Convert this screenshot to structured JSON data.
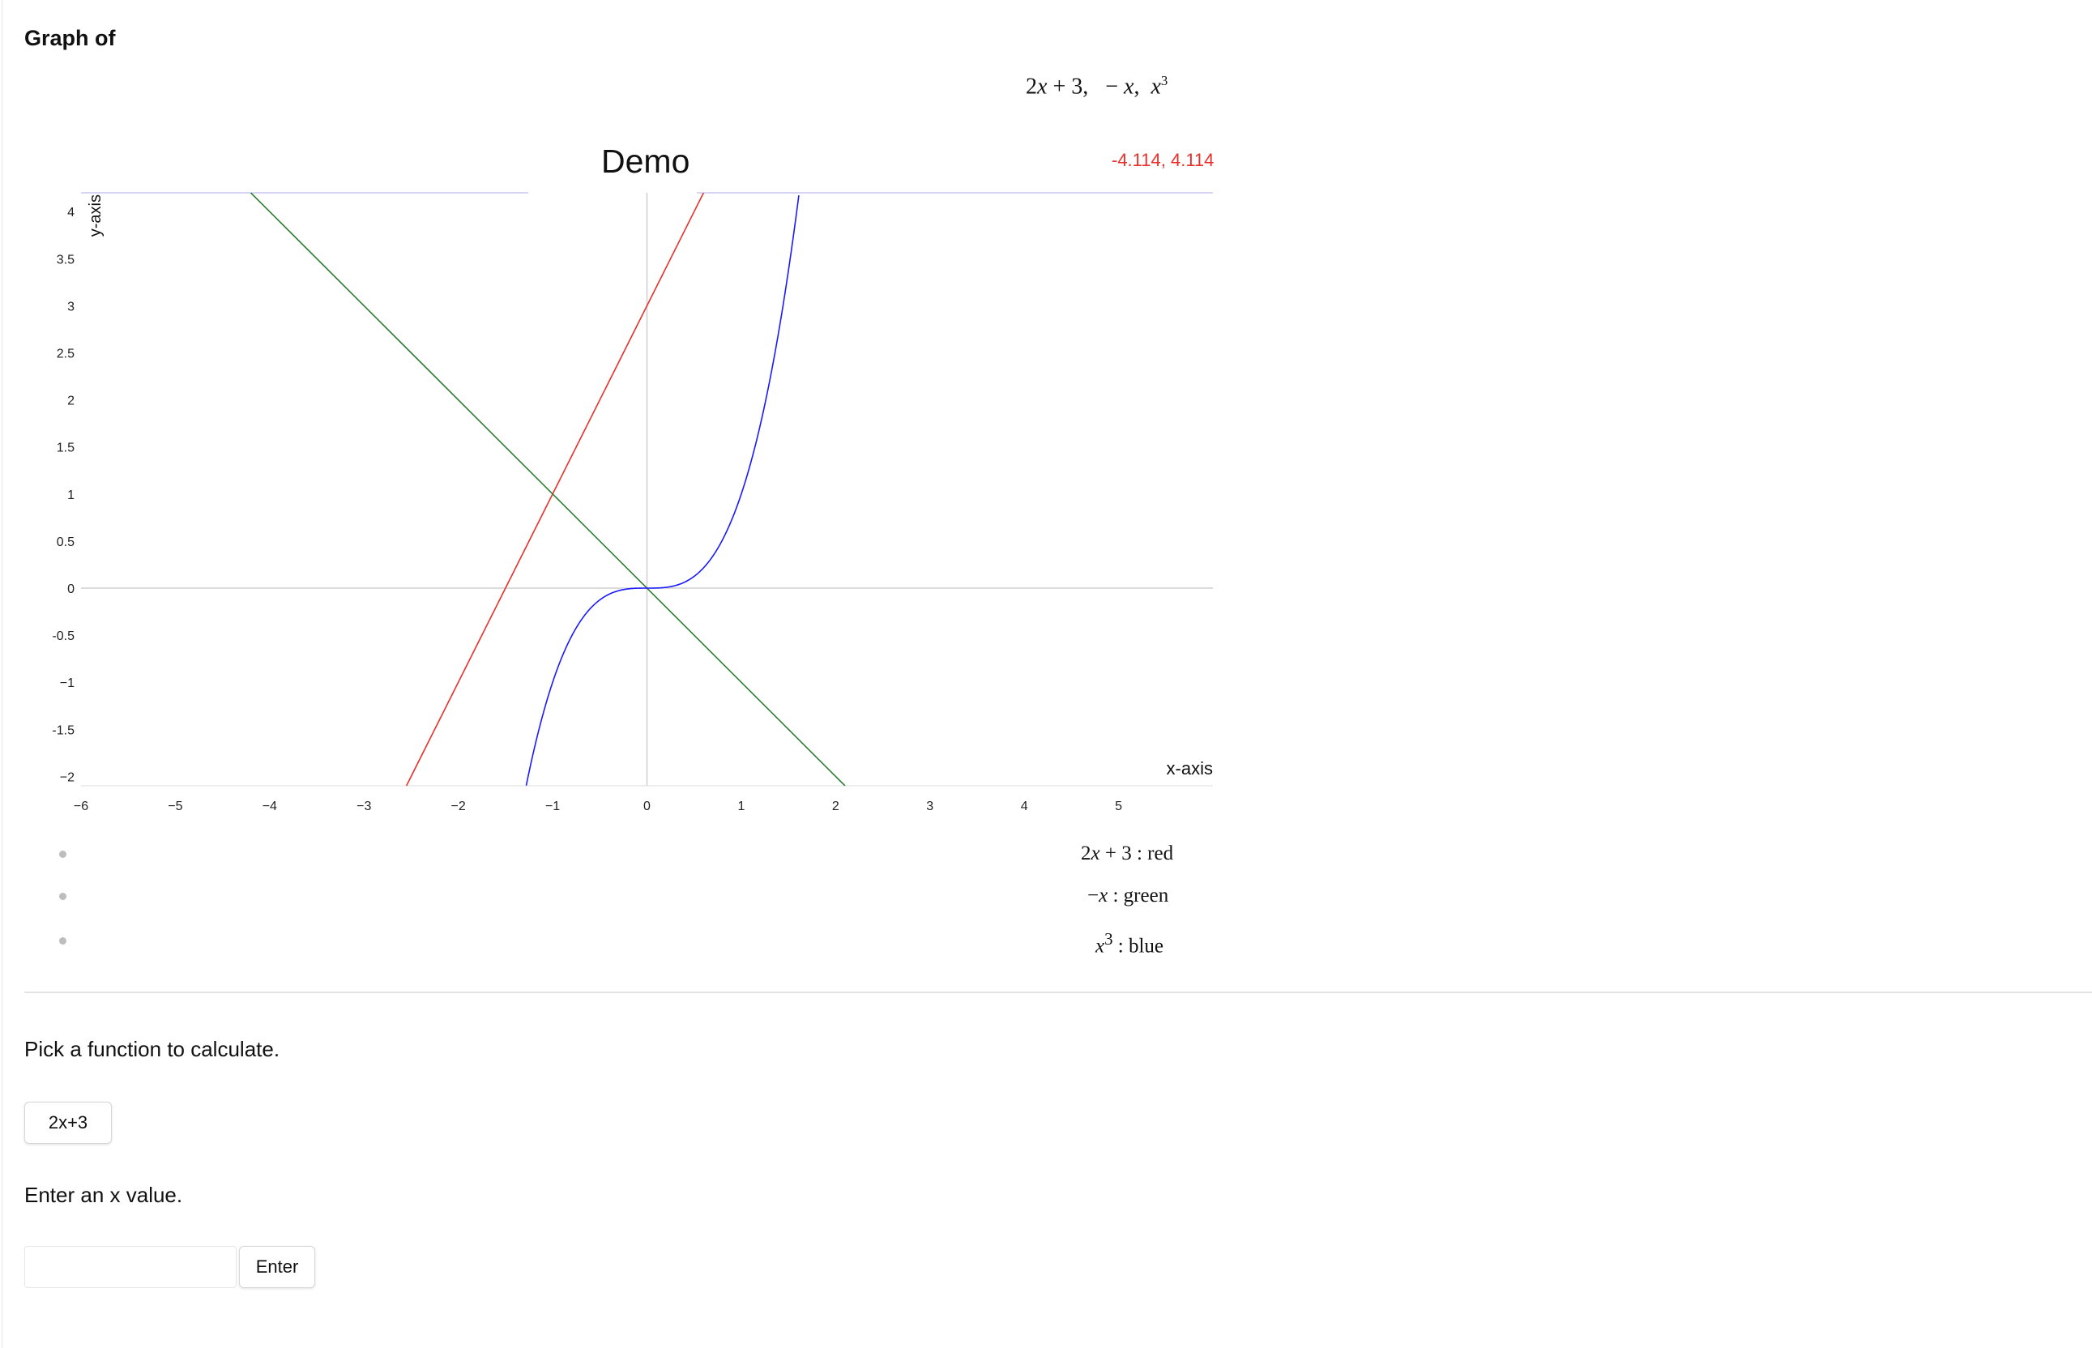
{
  "page": {
    "heading": "Graph of",
    "formula": "2x + 3,  − x,  x³",
    "coord_readout": "-4.114, 4.114"
  },
  "chart_data": {
    "type": "line",
    "title": "Demo",
    "xlabel": "x-axis",
    "ylabel": "y-axis",
    "xlim": [
      -6,
      6
    ],
    "ylim": [
      -2.1,
      4.2
    ],
    "x_ticks": [
      "−6",
      "−5",
      "−4",
      "−3",
      "−2",
      "−1",
      "0",
      "1",
      "2",
      "3",
      "4",
      "5"
    ],
    "y_ticks": [
      "4",
      "3.5",
      "3",
      "2.5",
      "2",
      "1.5",
      "1",
      "0.5",
      "0",
      "-0.5",
      "−1",
      "-1.5",
      "−2"
    ],
    "series": [
      {
        "expression": "2x+3",
        "color": "#e8302a",
        "x": [
          -2.55,
          0.6
        ],
        "y": [
          -2.1,
          4.2
        ]
      },
      {
        "expression": "-x",
        "color": "#2e7d32",
        "x": [
          -4.2,
          2.1
        ],
        "y": [
          4.2,
          -2.1
        ]
      },
      {
        "expression": "x^3",
        "color": "#1a1aff",
        "x": [
          -1.28,
          -1.0,
          -0.5,
          0,
          0.5,
          1.0,
          1.5,
          1.61
        ],
        "y": [
          -2.1,
          -1.0,
          -0.125,
          0,
          0.125,
          1.0,
          3.375,
          4.2
        ]
      }
    ]
  },
  "legend": {
    "items": [
      {
        "expr": "2x + 3",
        "sep": " : ",
        "color_name": "red"
      },
      {
        "expr": "−x",
        "sep": " : ",
        "color_name": "green"
      },
      {
        "expr": "x³",
        "sep": " : ",
        "color_name": "blue"
      }
    ]
  },
  "calculator": {
    "function_prompt": "Pick a function to calculate.",
    "selected_function": "2x+3",
    "x_prompt": "Enter an x value.",
    "x_value": "",
    "enter_label": "Enter"
  }
}
